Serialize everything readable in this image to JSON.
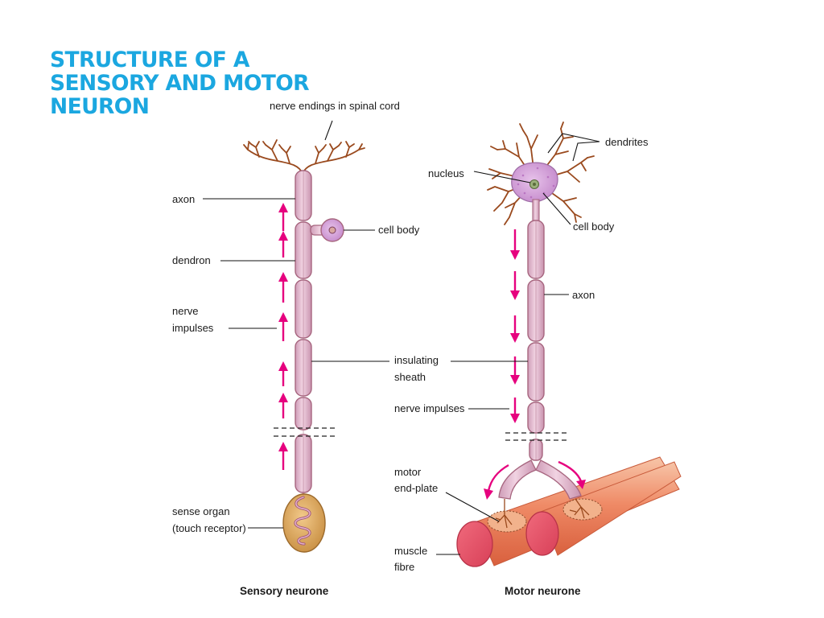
{
  "title": {
    "line1": "STRUCTURE OF A",
    "line2": "SENSORY AND MOTOR",
    "line3": "NEURON"
  },
  "colors": {
    "title": "#1ba7e0",
    "arrow": "#e6007e",
    "axon_sheath": "#e8bed2",
    "dendrite": "#9a4a1e",
    "cell_body": "#d7a6dc",
    "sense_organ": "#d9a85e",
    "muscle": "#ea7b5a"
  },
  "sensory": {
    "label_nerve_endings": "nerve endings in spinal cord",
    "label_axon": "axon",
    "label_cell_body": "cell body",
    "label_dendron": "dendron",
    "label_impulses_line1": "nerve",
    "label_impulses_line2": "impulses",
    "label_sense_organ_line1": "sense organ",
    "label_sense_organ_line2": "(touch receptor)",
    "caption": "Sensory neurone",
    "arrow_direction": "up"
  },
  "shared": {
    "label_insulating_line1": "insulating",
    "label_insulating_line2": "sheath"
  },
  "motor": {
    "label_dendrites": "dendrites",
    "label_nucleus": "nucleus",
    "label_cell_body": "cell body",
    "label_axon": "axon",
    "label_impulses": "nerve impulses",
    "label_endplate_line1": "motor",
    "label_endplate_line2": "end-plate",
    "label_muscle_line1": "muscle",
    "label_muscle_line2": "fibre",
    "caption": "Motor neurone",
    "arrow_direction": "down"
  }
}
